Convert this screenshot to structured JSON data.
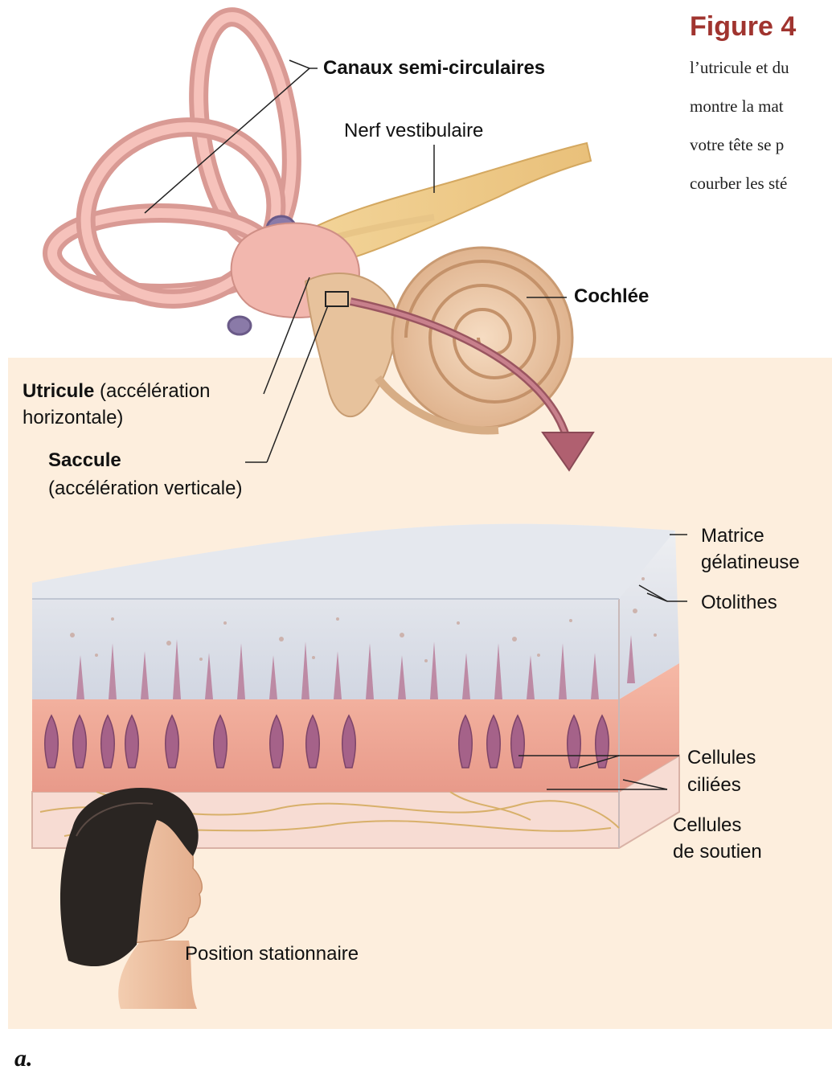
{
  "figure": {
    "heading": "Figure 4",
    "caption_lines": [
      "l’utricule et du",
      "montre la mat",
      "votre tête se p",
      "courber les sté"
    ],
    "panel_letter": "a."
  },
  "labels": {
    "canals": "Canaux semi-circulaires",
    "nerve": "Nerf vestibulaire",
    "cochlea": "Cochlée",
    "utricle_name": "Utricule",
    "utricle_desc_1": " (accélération",
    "utricle_desc_2": "horizontale)",
    "saccule_name": "Saccule",
    "saccule_desc": "(accélération verticale)",
    "matrix_1": "Matrice",
    "matrix_2": "gélatineuse",
    "otoliths": "Otolithes",
    "hair_cells_1": "Cellules",
    "hair_cells_2": "ciliées",
    "support_cells_1": "Cellules",
    "support_cells_2": "de soutien",
    "position": "Position stationnaire"
  }
}
